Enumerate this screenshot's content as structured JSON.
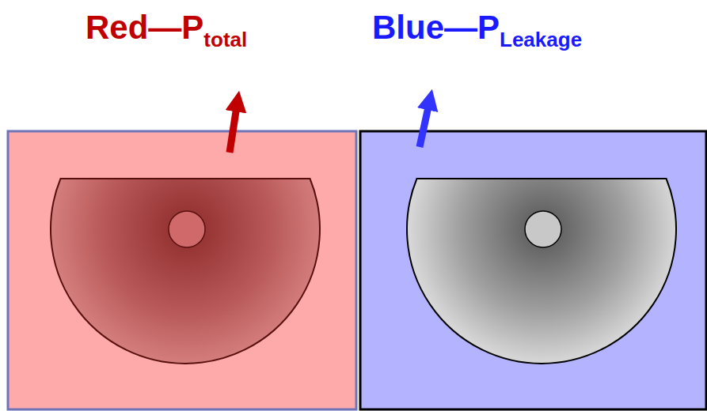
{
  "diagram": {
    "labels": [
      "Red—P",
      "total",
      "Blue—P",
      "Leakage"
    ]
  }
}
